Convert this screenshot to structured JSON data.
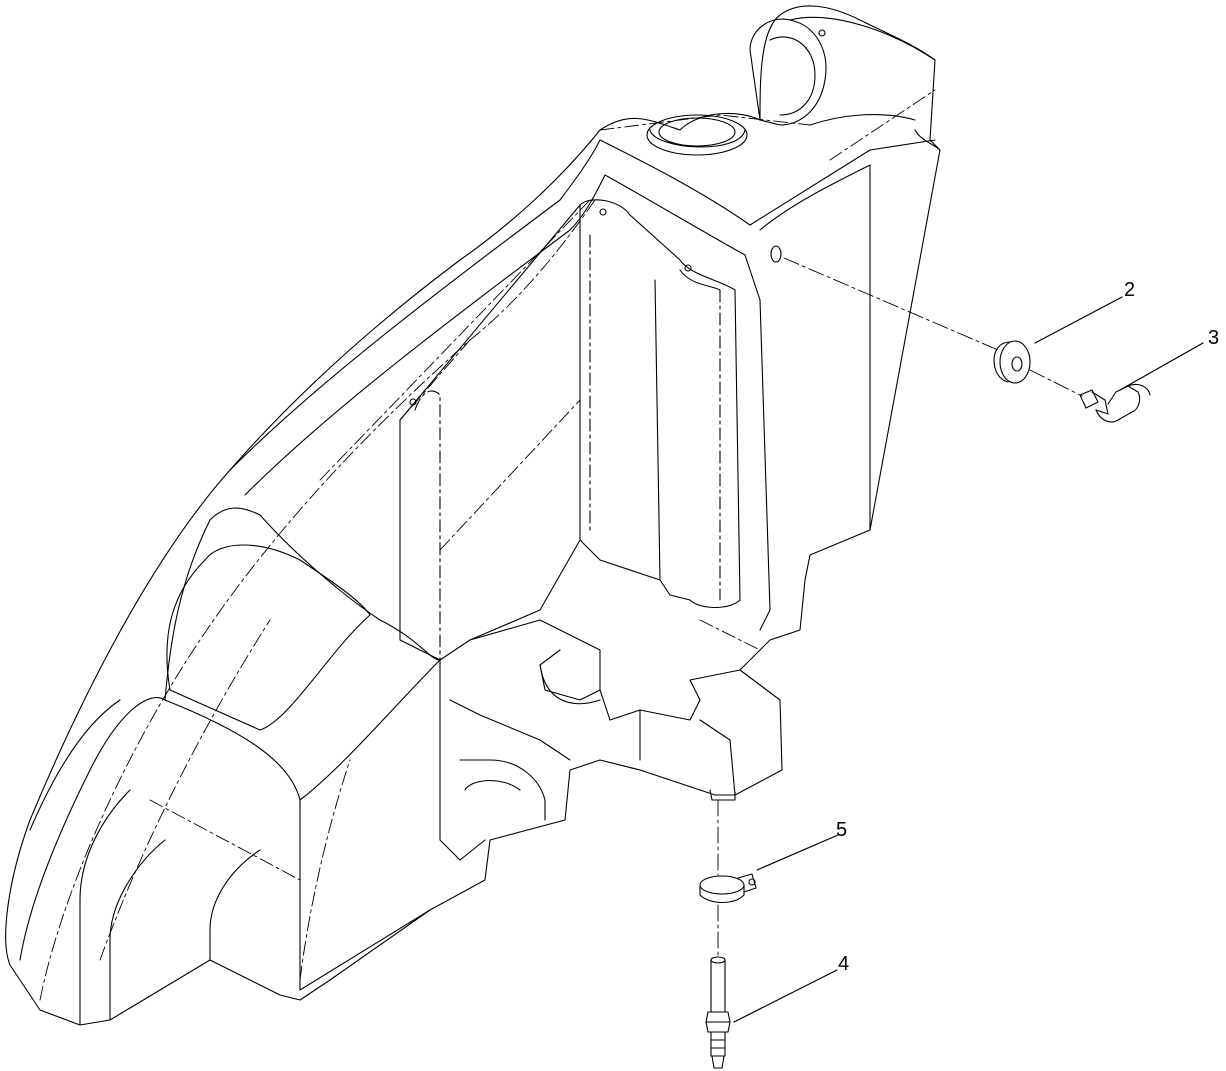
{
  "diagram": {
    "labels": [
      {
        "id": "callout-2",
        "text": "2"
      },
      {
        "id": "callout-3",
        "text": "3"
      },
      {
        "id": "callout-4",
        "text": "4"
      },
      {
        "id": "callout-5",
        "text": "5"
      }
    ],
    "colors": {
      "line": "#000000",
      "background": "#ffffff"
    }
  }
}
